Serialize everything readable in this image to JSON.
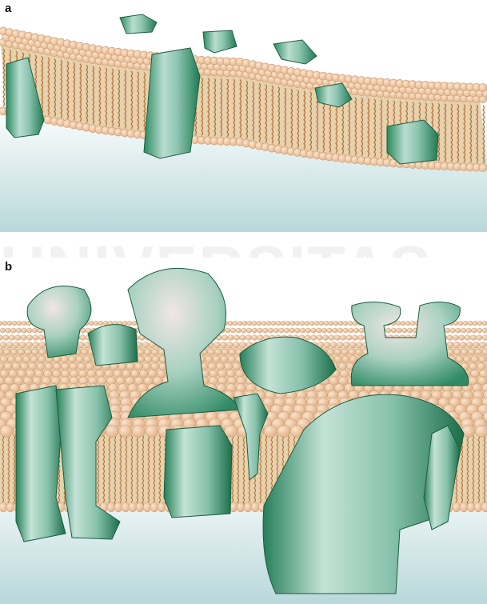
{
  "panels": {
    "a": {
      "label": "a"
    },
    "b": {
      "label": "b"
    }
  },
  "watermark": {
    "text": "UNIVERSITAS"
  },
  "colors": {
    "lipid_head": "#efc7a2",
    "lipid_head_stroke": "#c99a72",
    "lipid_tail": "#b8743f",
    "membrane_core": "#e6d2ad",
    "protein_light": "#c6e4d9",
    "protein_mid": "#6fb29a",
    "protein_dark": "#1f7a52",
    "cytoplasm_top": "#ffffff",
    "cytoplasm_bottom": "#b9d8da"
  }
}
